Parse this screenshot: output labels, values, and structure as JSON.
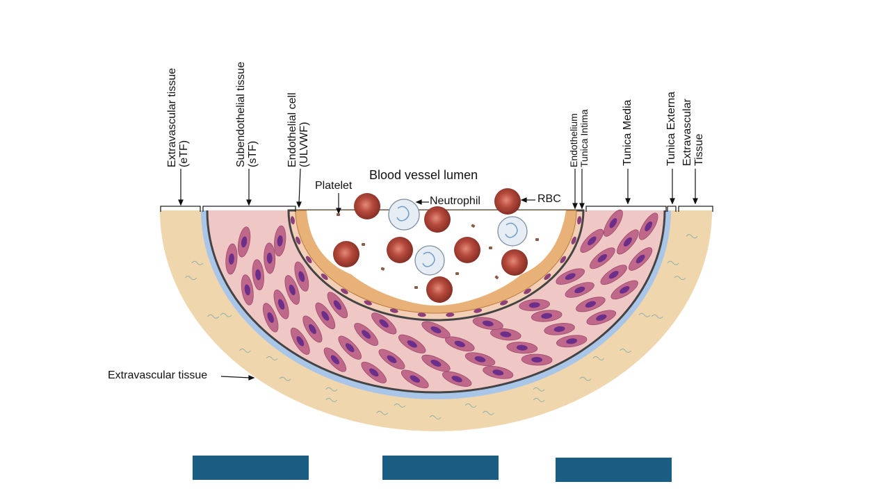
{
  "labels": {
    "extravascular_tissue_top": {
      "line1": "Extravascular tissue",
      "line2": "(eTF)"
    },
    "subendothelial_tissue": {
      "line1": "Subendothelial tissue",
      "line2": "(sTF)"
    },
    "endothelial_cell": {
      "line1": "Endothelial cell",
      "line2": "(ULVWF)"
    },
    "blood_vessel_lumen": "Blood vessel lumen",
    "platelet": "Platelet",
    "neutrophil": "Neutrophil",
    "rbc": "RBC",
    "endothelium": "Endothelium",
    "tunica_intima": "Tunica Intima",
    "tunica_media": "Tunica Media",
    "tunica_externa": "Tunica Externa",
    "extravascular_tissue_right": {
      "line1": "Extravascular",
      "line2": "Tissue"
    },
    "extravascular_tissue_bottom": "Extravascular tissue"
  },
  "buttons": [
    {
      "label": ""
    },
    {
      "label": ""
    },
    {
      "label": ""
    }
  ],
  "colors": {
    "extravascular": "#efd6ad",
    "adventitia": "#a9c6e8",
    "media": "#efc8c5",
    "smooth_muscle_cell": "#c0688a",
    "smooth_muscle_nucleus": "#6b2f8a",
    "endothelium": "#e8b178",
    "rbc": "#a63a2f",
    "neutrophil": "#e6edf4",
    "platelet": "#8a5c4a",
    "button": "#1a5c82",
    "wall_line": "#444444"
  }
}
